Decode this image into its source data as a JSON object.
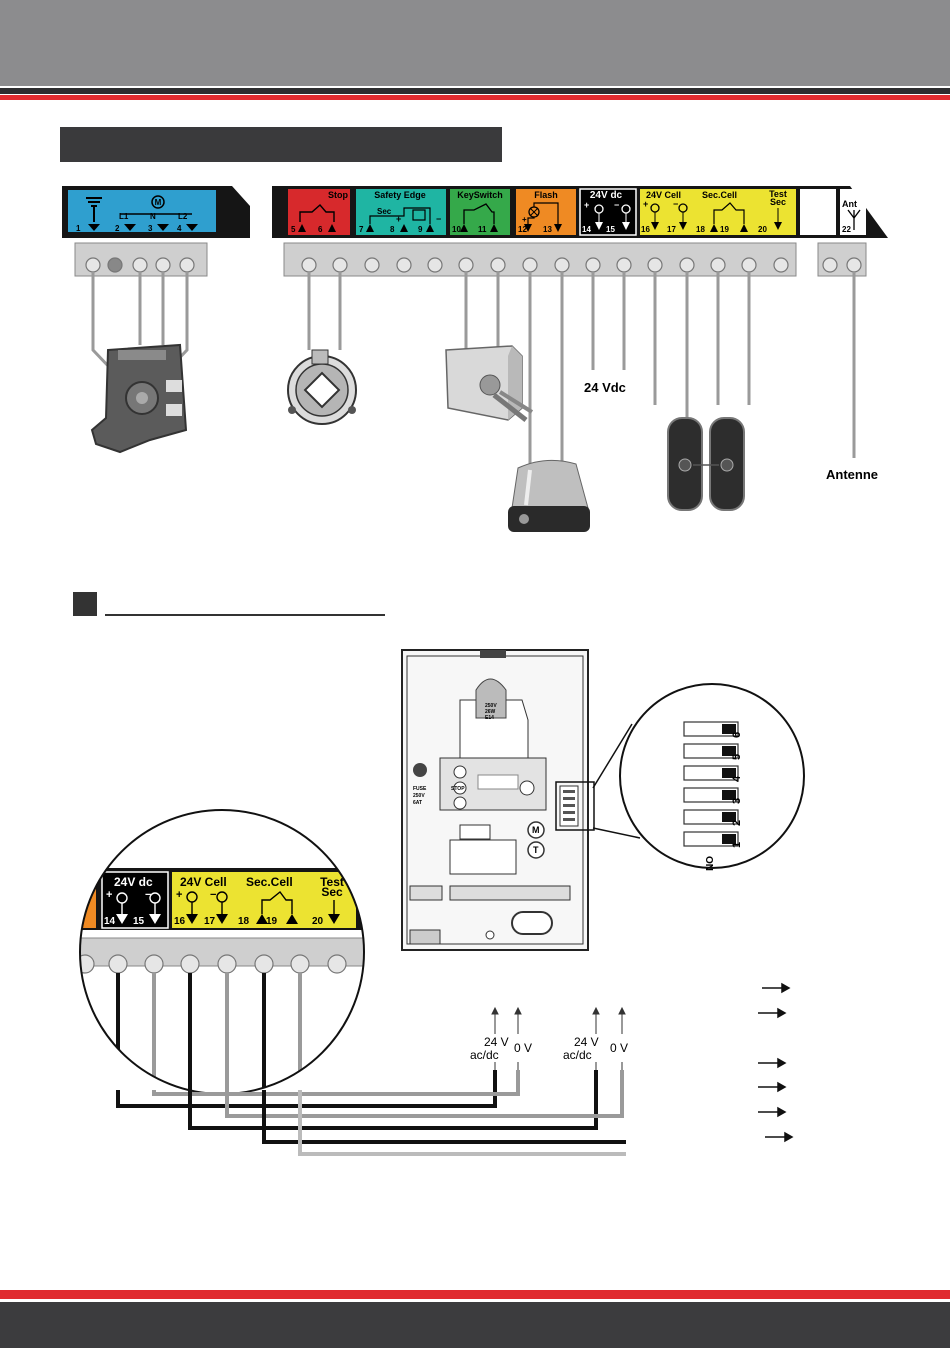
{
  "colors": {
    "motor_block": "#2f9fcf",
    "stop_block": "#d7292c",
    "safety_block": "#1fb5a3",
    "keyswitch_block": "#35a94a",
    "flash_block": "#ef8a23",
    "dc_block": "#000000",
    "cell_block": "#ece331",
    "header_bg": "#151515",
    "terminal_strip": "#cfcfcf"
  },
  "top_panel": {
    "motor": {
      "l1": "L1",
      "m": "M",
      "n": "N",
      "l2": "L2",
      "t1": "1",
      "t2": "2",
      "t3": "3",
      "t4": "4"
    },
    "stop": {
      "label": "Stop",
      "t5": "5",
      "t6": "6"
    },
    "safety": {
      "label": "Safety Edge",
      "sec": "Sec",
      "plus": "+",
      "minus": "−",
      "t7": "7",
      "t8": "8",
      "t9": "9"
    },
    "keyswitch": {
      "label": "KeySwitch",
      "t10": "10",
      "t11": "11"
    },
    "flash": {
      "label": "Flash",
      "plus": "+",
      "t12": "12",
      "t13": "13"
    },
    "dc": {
      "label": "24V dc",
      "plus": "+",
      "minus": "−",
      "t14": "14",
      "t15": "15"
    },
    "cell": {
      "label": "24V Cell",
      "plus": "+",
      "minus": "−",
      "t16": "16",
      "t17": "17"
    },
    "seccell": {
      "label": "Sec.Cell",
      "t18": "18",
      "t19": "19"
    },
    "test": {
      "label1": "Test",
      "label2": "Sec",
      "t20": "20"
    },
    "ant": {
      "label": "Ant",
      "t22": "22"
    }
  },
  "annotations": {
    "vdc": "24 Vdc",
    "antenne": "Antenne"
  },
  "zoom": {
    "dc": {
      "label": "24V dc",
      "plus": "+",
      "minus": "−",
      "t14": "14",
      "t15": "15"
    },
    "cell": {
      "label": "24V Cell",
      "plus": "+",
      "minus": "−",
      "t16": "16",
      "t17": "17"
    },
    "seccell": {
      "label": "Sec.Cell",
      "t18": "18",
      "t19": "19"
    },
    "test": {
      "label1": "Test",
      "label2": "Sec",
      "t20": "20"
    }
  },
  "board": {
    "fuse1": "FUSE",
    "fuse2": "250V",
    "fuse3": "6AT",
    "stop": "STOP",
    "m": "M",
    "t": "T",
    "lbl1": "250V",
    "lbl2": "26W",
    "lbl3": "E14"
  },
  "dip": {
    "on": "ON",
    "n1": "1",
    "n2": "2",
    "n3": "3",
    "n4": "4",
    "n5": "5",
    "n6": "6"
  },
  "cell_wiring": {
    "v1a": "24 V",
    "v1b": "ac/dc",
    "v1c": "0 V",
    "v2a": "24 V",
    "v2b": "ac/dc",
    "v2c": "0 V"
  }
}
